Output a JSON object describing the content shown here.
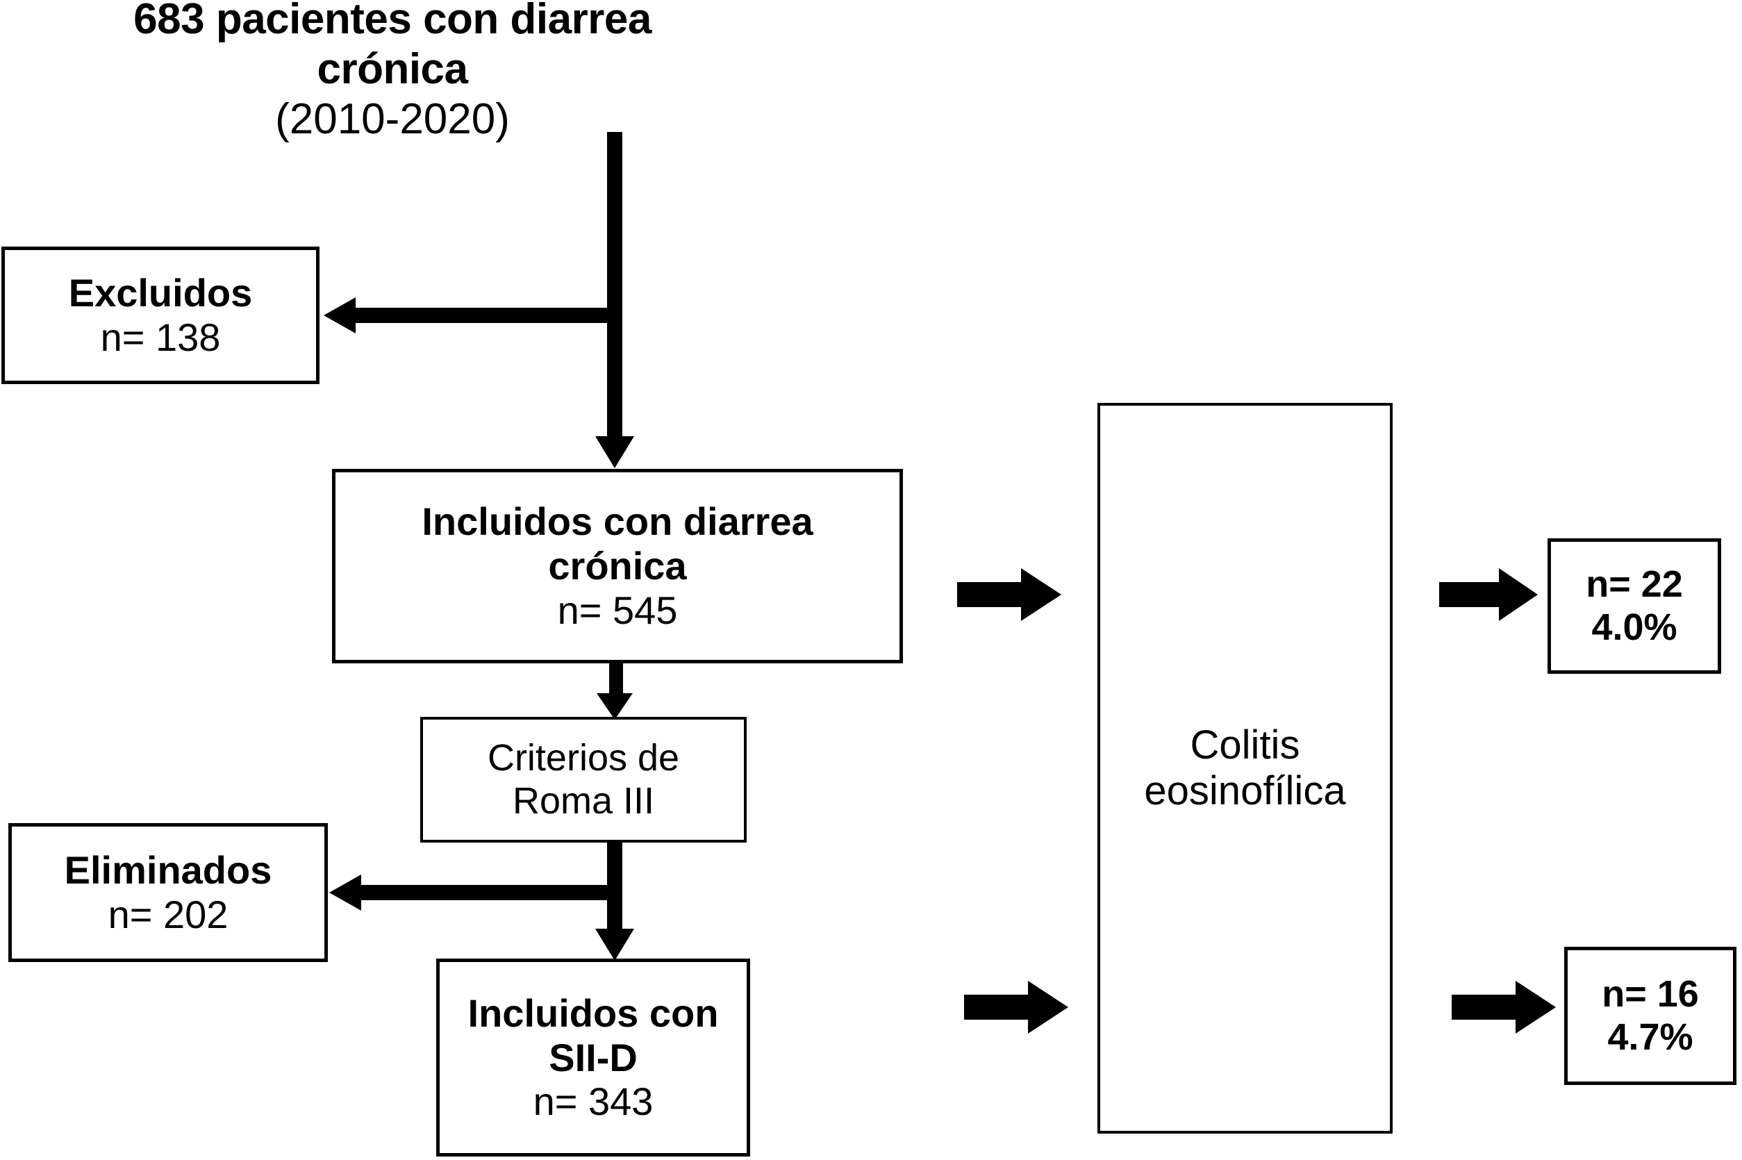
{
  "diagram": {
    "title_lines": [
      "683 pacientes con diarrea",
      "crónica",
      "(2010-2020)"
    ],
    "boxes": {
      "excluidos": {
        "label": "Excluidos",
        "count": "n= 138"
      },
      "incluidos_dc": {
        "label_line1": "Incluidos con diarrea",
        "label_line2": "crónica",
        "count": "n= 545"
      },
      "criterios": {
        "line1": "Criterios de",
        "line2": "Roma III"
      },
      "eliminados": {
        "label": "Eliminados",
        "count": "n= 202"
      },
      "incluidos_sii": {
        "label_line1": "Incluidos con",
        "label_line2": "SII-D",
        "count": "n= 343"
      },
      "colitis": {
        "line1": "Colitis",
        "line2": "eosinofílica"
      },
      "result_top": {
        "count": "n= 22",
        "percent": "4.0%"
      },
      "result_bottom": {
        "count": "n= 16",
        "percent": "4.7%"
      }
    },
    "colors": {
      "stroke": "#000000",
      "background": "#ffffff",
      "text": "#000000"
    }
  }
}
